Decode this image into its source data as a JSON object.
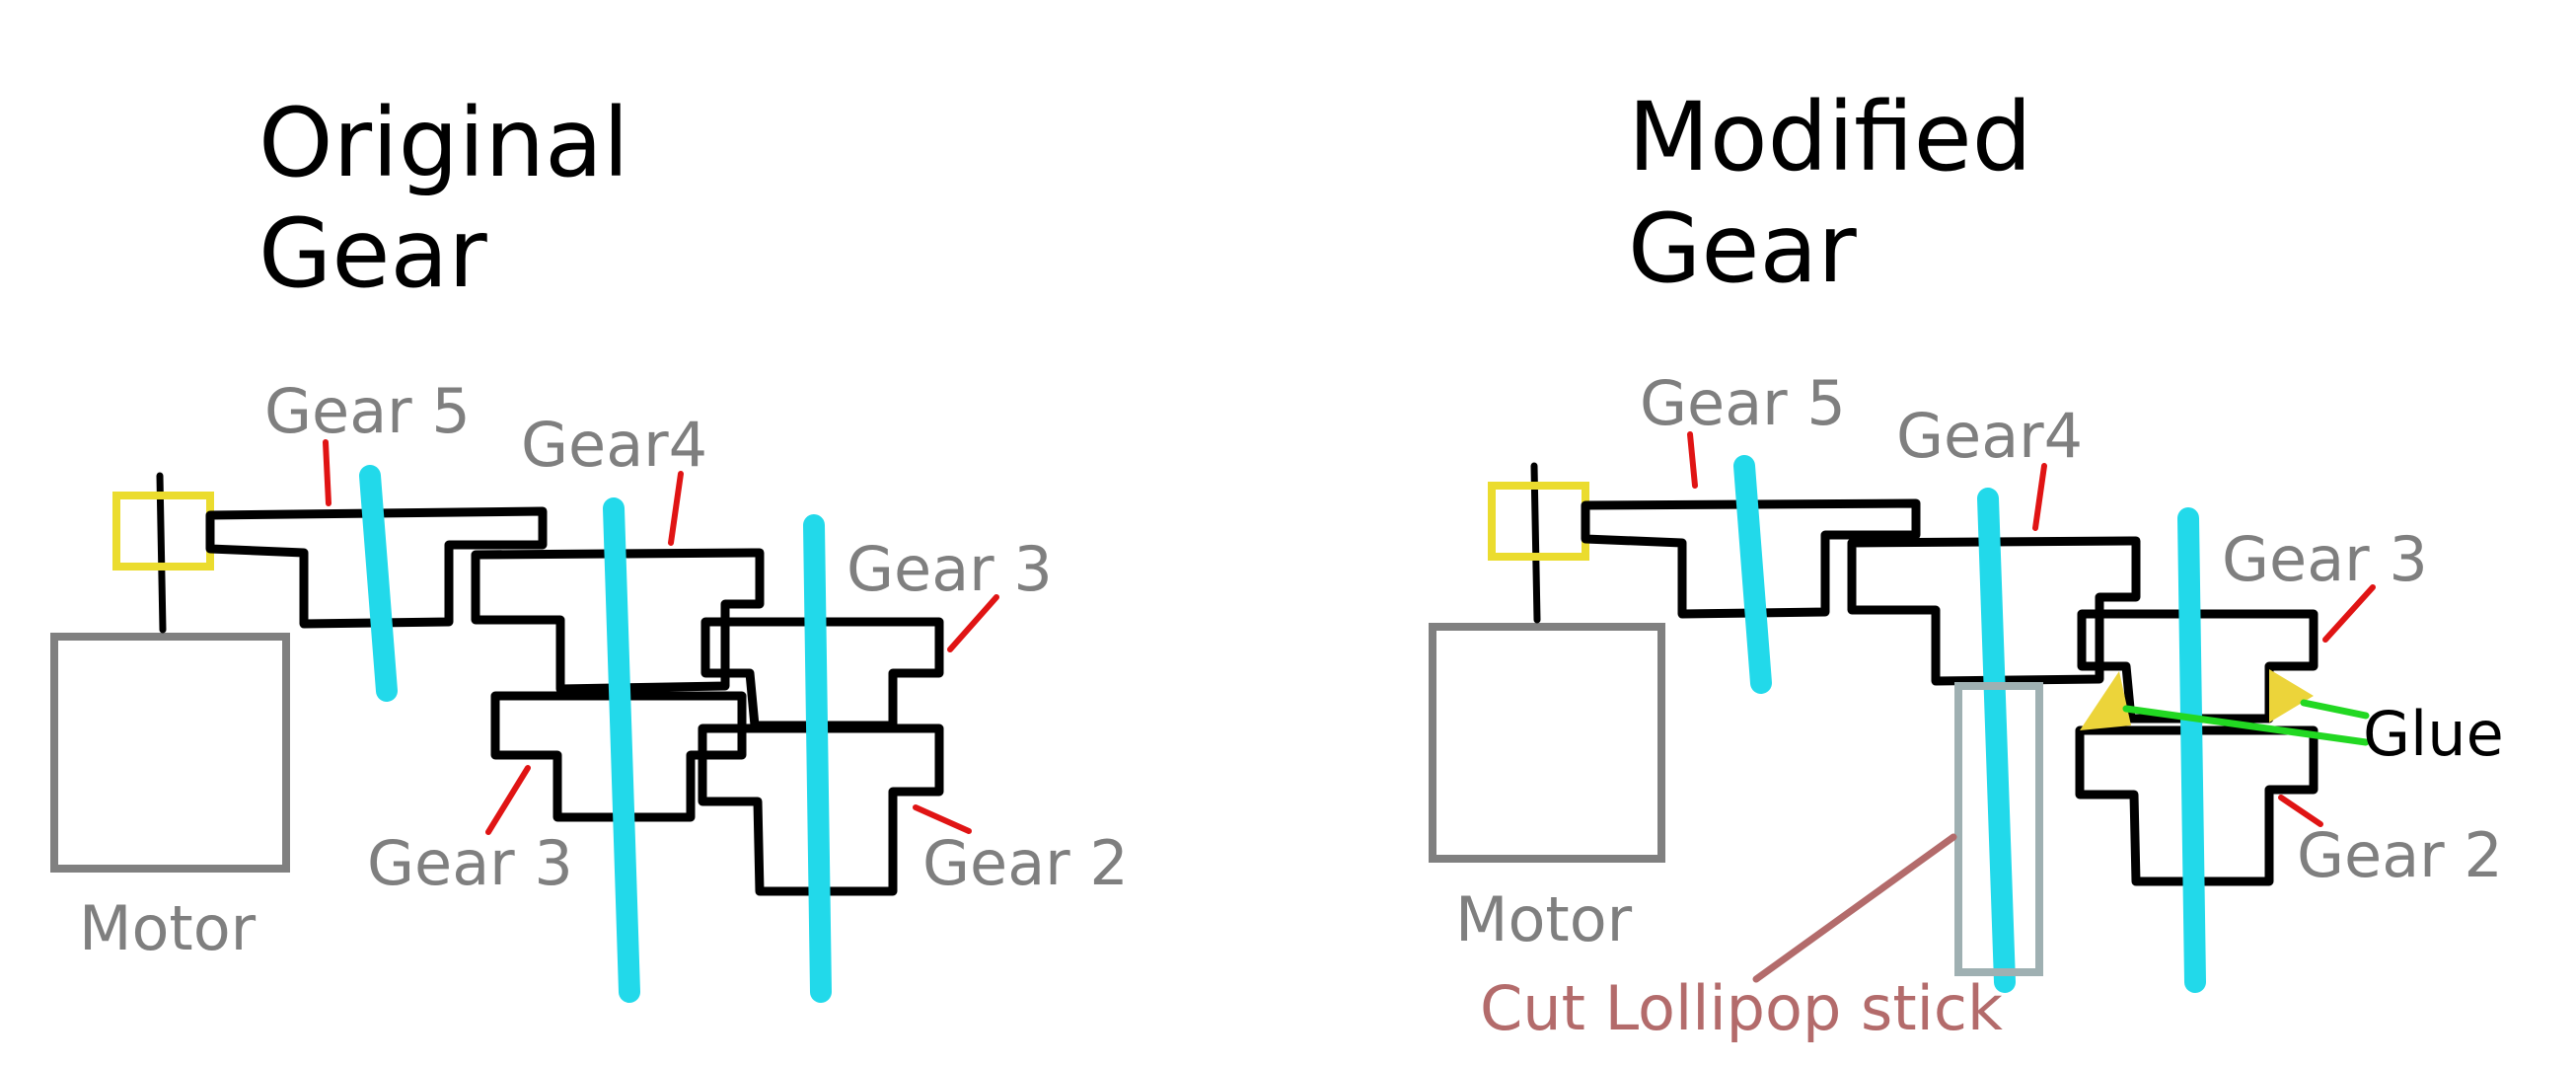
{
  "left": {
    "title_line1": "Original",
    "title_line2": "Gear",
    "labels": {
      "gear5": "Gear 5",
      "gear4": "Gear4",
      "gear3_upper": "Gear 3",
      "gear3_lower": "Gear 3",
      "gear2": "Gear 2",
      "motor": "Motor"
    }
  },
  "right": {
    "title_line1": "Modified",
    "title_line2": "Gear",
    "labels": {
      "gear5": "Gear 5",
      "gear4": "Gear4",
      "gear3": "Gear 3",
      "gear2": "Gear 2",
      "motor": "Motor",
      "glue": "Glue",
      "stick": "Cut Lollipop stick"
    }
  },
  "colors": {
    "axle": "#22d9ea",
    "pointer": "#e01414",
    "coupler": "#ebdc2e",
    "motor": "#808080",
    "glue_line": "#22d822",
    "glue_blob": "#ecd43a",
    "stick": "#9fb0b2",
    "stick_label": "#b36b6b"
  }
}
